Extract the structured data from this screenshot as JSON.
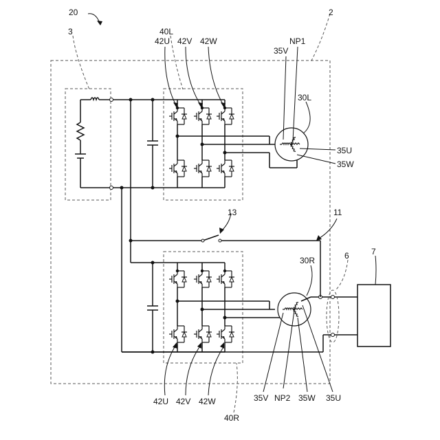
{
  "labels": {
    "l20": "20",
    "l3": "3",
    "l40L": "40L",
    "l42U_top": "42U",
    "l42V_top": "42V",
    "l42W_top": "42W",
    "l2": "2",
    "lNP1": "NP1",
    "l35V_top": "35V",
    "l30L": "30L",
    "l35U_top": "35U",
    "l35W_top": "35W",
    "l13": "13",
    "l11": "11",
    "l30R": "30R",
    "l6": "6",
    "l7": "7",
    "l42U_bot": "42U",
    "l42V_bot": "42V",
    "l42W_bot": "42W",
    "l40R": "40R",
    "l35V_bot": "35V",
    "lNP2": "NP2",
    "l35W_bot": "35W",
    "l35U_bot": "35U"
  }
}
